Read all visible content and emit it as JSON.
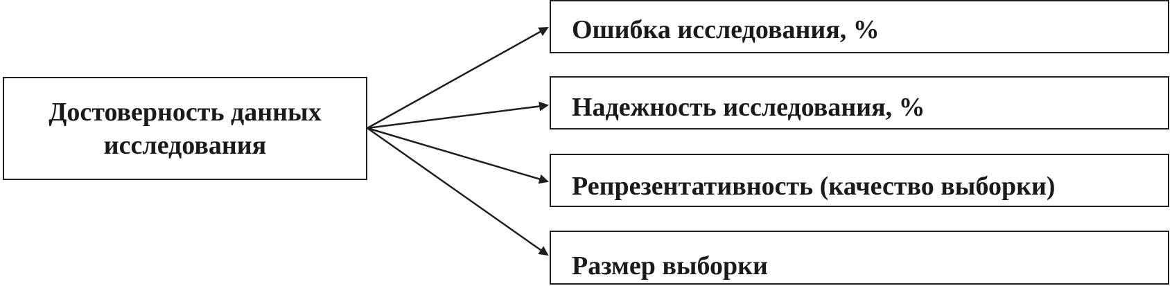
{
  "source": {
    "line1": "Достоверность данных",
    "line2": "исследования"
  },
  "targets": [
    {
      "label": "Ошибка исследования, %"
    },
    {
      "label": "Надежность исследования, %"
    },
    {
      "label": "Репрезентативность (качество выборки)"
    },
    {
      "label": "Размер выборки"
    }
  ],
  "colors": {
    "line": "#1e1e1e",
    "background": "#ffffff"
  }
}
